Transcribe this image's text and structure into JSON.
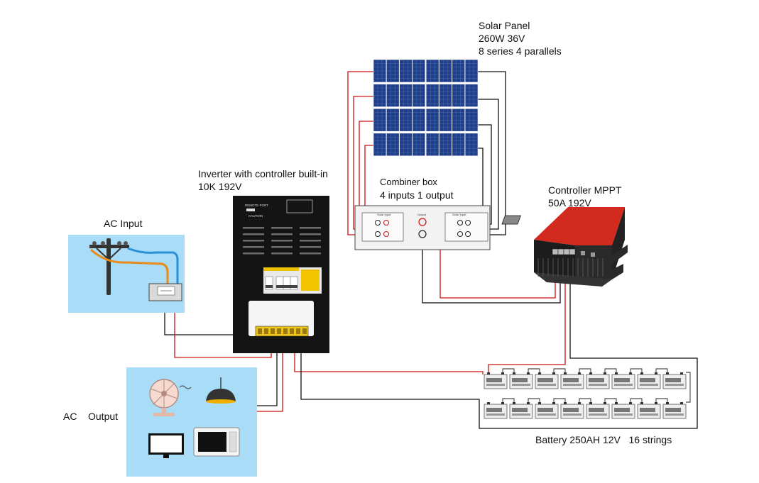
{
  "labels": {
    "solar_panel": [
      "Solar Panel",
      "260W 36V",
      "8 series 4 parallels"
    ],
    "inverter": [
      "Inverter with controller built-in",
      "10K 192V"
    ],
    "combiner": [
      "Combiner box",
      "4 inputs 1 output"
    ],
    "controller": [
      "Controller MPPT",
      "50A 192V"
    ],
    "ac_input": "AC Input",
    "ac_output": "AC    Output",
    "battery": "Battery 250AH 12V   16 strings"
  },
  "device_text": {
    "inverter_remote": "REMOTE PORT",
    "inverter_caution": "CAUTION",
    "combiner_input_left": "Solar Input",
    "combiner_output": "Output",
    "combiner_input_right": "Solar Input"
  },
  "colors": {
    "panel_blue": "#1f3f8a",
    "wire_red": "#cc1111",
    "wire_black": "#111111",
    "box_blue": "#a8dcf7",
    "controller_red": "#d22a1f",
    "inverter_body": "#141414"
  },
  "counts": {
    "solar_rows": 4,
    "solar_cols": 8,
    "battery_rows": 2,
    "battery_cols": 8
  },
  "icons": [
    "utility-pole-icon",
    "electric-meter-icon",
    "fan-icon",
    "pendant-lamp-icon",
    "tv-monitor-icon",
    "microwave-icon"
  ]
}
